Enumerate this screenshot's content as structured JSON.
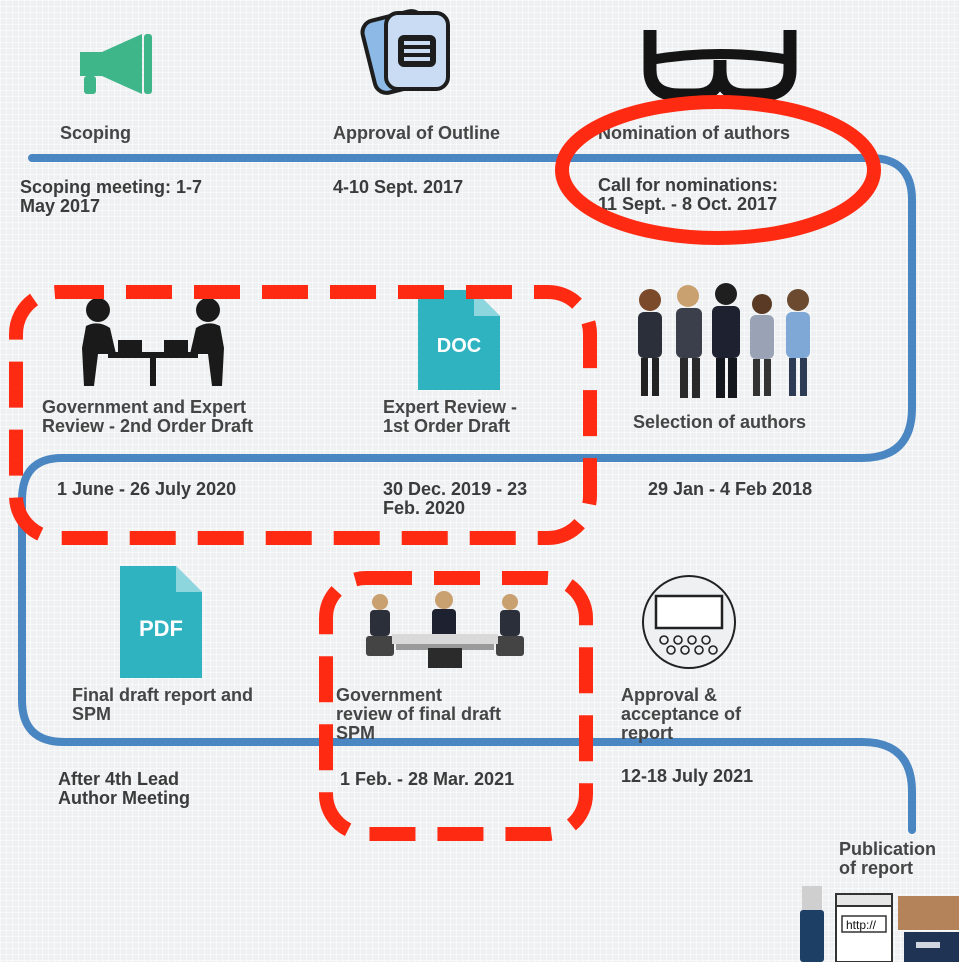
{
  "colors": {
    "track": "#4a86c2",
    "highlight": "#ff2a12",
    "doc": "#2fb3c0",
    "text": "#454545"
  },
  "row1": [
    {
      "title": "Scoping",
      "date": "Scoping meeting: 1-7\nMay 2017",
      "icon": "megaphone-icon"
    },
    {
      "title": "Approval of Outline",
      "date": "4-10 Sept. 2017",
      "icon": "documents-icon"
    },
    {
      "title": "Nomination of authors",
      "date": "Call for nominations:\n11 Sept. - 8 Oct. 2017",
      "icon": "glasses-icon"
    }
  ],
  "row2": [
    {
      "title": "Government and Expert\nReview - 2nd Order Draft",
      "date": "1 June - 26 July 2020",
      "icon": "meeting-table-icon"
    },
    {
      "title": "Expert Review -\n1st Order Draft",
      "date": "30 Dec. 2019 - 23\nFeb. 2020",
      "icon": "doc-file-icon",
      "icon_text": "DOC"
    },
    {
      "title": "Selection of authors",
      "date": "29 Jan - 4 Feb 2018",
      "icon": "people-group-icon"
    }
  ],
  "row3": [
    {
      "title": "Final draft report and\nSPM",
      "date": "After 4th Lead\nAuthor Meeting",
      "icon": "pdf-file-icon",
      "icon_text": "PDF"
    },
    {
      "title": "Government\nreview of final draft\nSPM",
      "date": "1 Feb. - 28 Mar. 2021",
      "icon": "conference-table-icon"
    },
    {
      "title": "Approval &\nacceptance of\nreport",
      "date": "12-18 July 2021",
      "icon": "presentation-audience-icon"
    }
  ],
  "publication": {
    "title": "Publication\nof report",
    "browser_text": "http://",
    "icon": "usb-browser-books-icon"
  }
}
